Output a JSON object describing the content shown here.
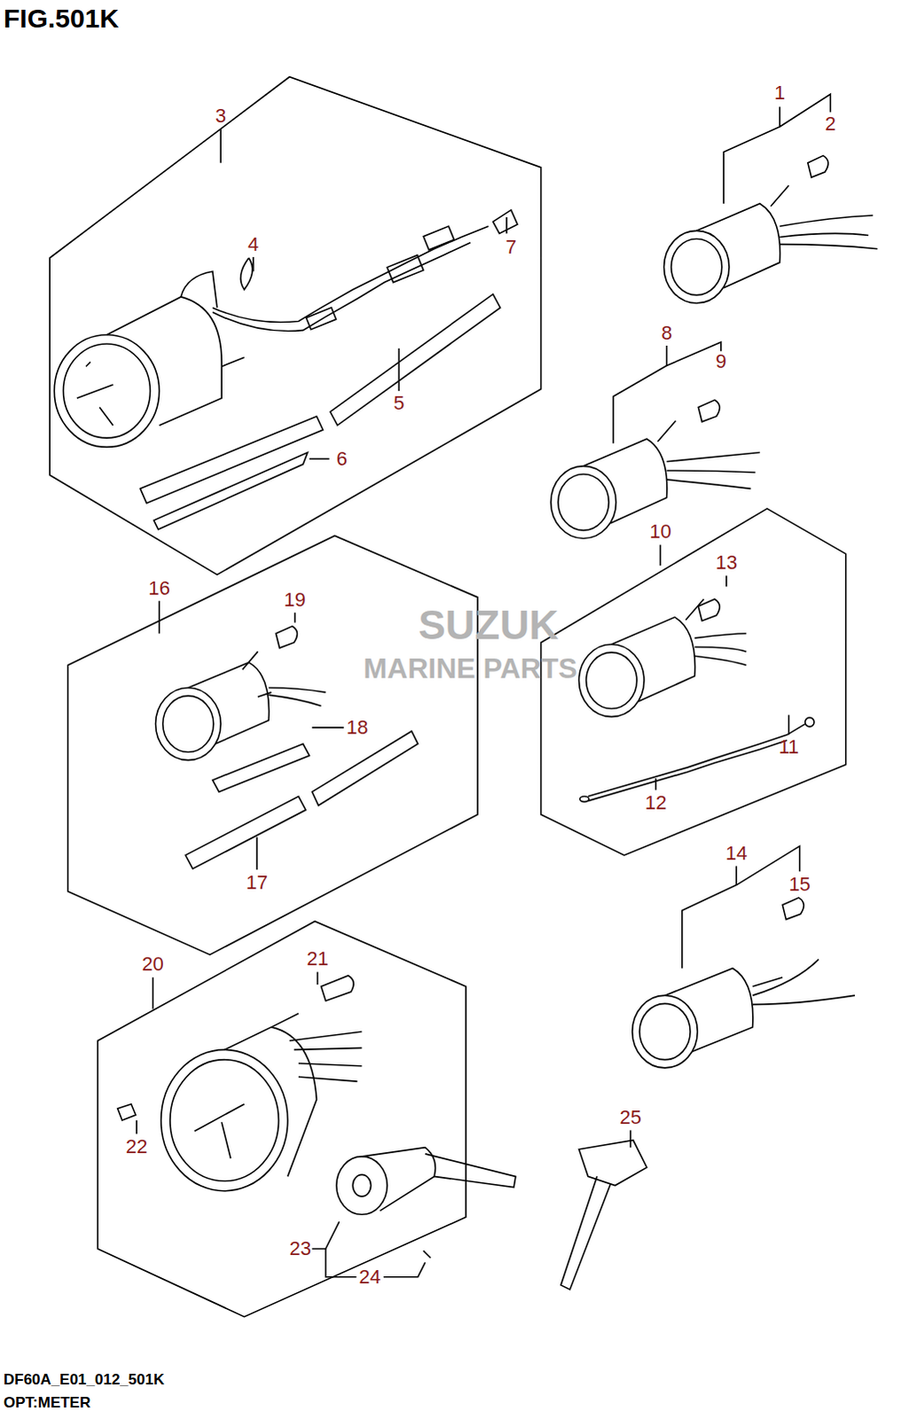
{
  "diagram": {
    "title": "FIG.501K",
    "caption": "DF60A_E01_012_501K",
    "labels": [
      "1",
      "2",
      "3",
      "4",
      "5",
      "6",
      "7",
      "8",
      "9",
      "10",
      "11",
      "12",
      "13",
      "14",
      "15",
      "16",
      "17",
      "18",
      "19",
      "20",
      "21",
      "22",
      "23",
      "24",
      "25",
      "SUZUK",
      "MARINE PARTS",
      "OPT:METER"
    ]
  }
}
